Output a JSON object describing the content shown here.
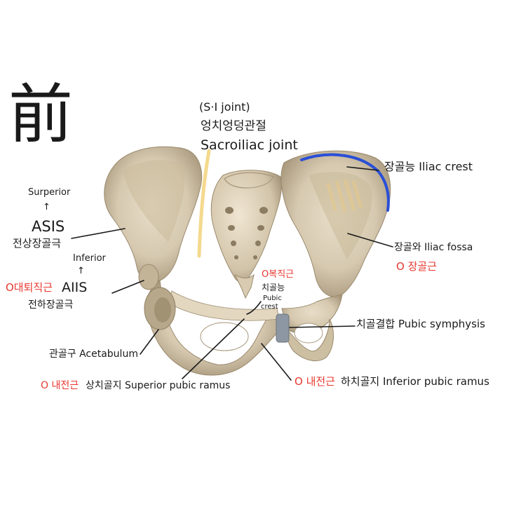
{
  "heading": {
    "hanja": "前"
  },
  "labels": {
    "si_joint_abbr": "(S·I joint)",
    "si_joint_ko": "엉치엉덩관절",
    "si_joint_en": "Sacroiliac joint",
    "iliac_crest": "장골능 Iliac crest",
    "superior": "Surperior",
    "arrow_up": "↑",
    "asis": "ASIS",
    "asis_ko": "전상장골극",
    "inferior": "Inferior",
    "aiis_muscle": "O대퇴직근",
    "aiis": "AIIS",
    "aiis_ko": "전하장골극",
    "iliac_fossa": "장골와 Iliac fossa",
    "iliacus_origin": "O 장골근",
    "pubic_crest_muscle": "O복직근",
    "pubic_crest_ko": "치골능",
    "pubic_crest_en_1": "Pubic",
    "pubic_crest_en_2": "crest",
    "pubic_symphysis": "치골결합 Pubic symphysis",
    "acetabulum": "관골구 Acetabulum",
    "sup_ramus_muscle": "O 내전근",
    "sup_ramus": "상치골지 Superior pubic ramus",
    "inf_ramus_muscle": "O 내전근",
    "inf_ramus": "하치골지 Inferior pubic ramus"
  },
  "colors": {
    "bone": "#d9cdb6",
    "bone_shadow": "#a8987c",
    "crest_highlight": "#2a4fd6",
    "si_highlight": "#f2d27a",
    "symphysis": "#8d97a3",
    "muscle_text": "#e8382f",
    "ink": "#1a1a1a"
  }
}
